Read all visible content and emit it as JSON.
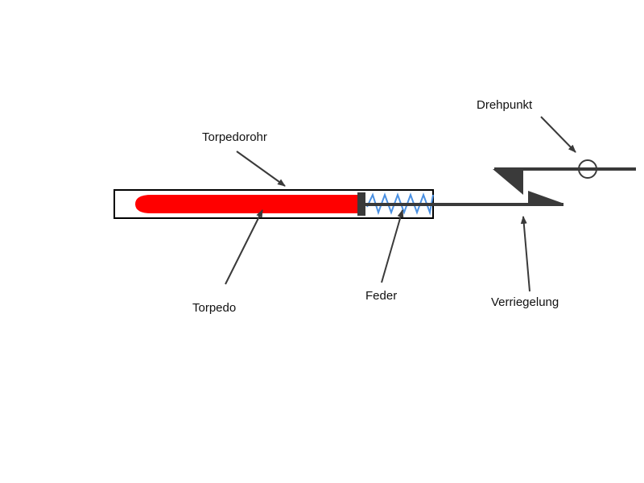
{
  "labels": {
    "tube": "Torpedorohr",
    "torpedo": "Torpedo",
    "spring": "Feder",
    "pivot": "Drehpunkt",
    "latch": "Verriegelung"
  },
  "colors": {
    "torpedo": "#ff0000",
    "spring": "#4a90e2",
    "structure": "#3a3a3a",
    "outline": "#000000"
  }
}
